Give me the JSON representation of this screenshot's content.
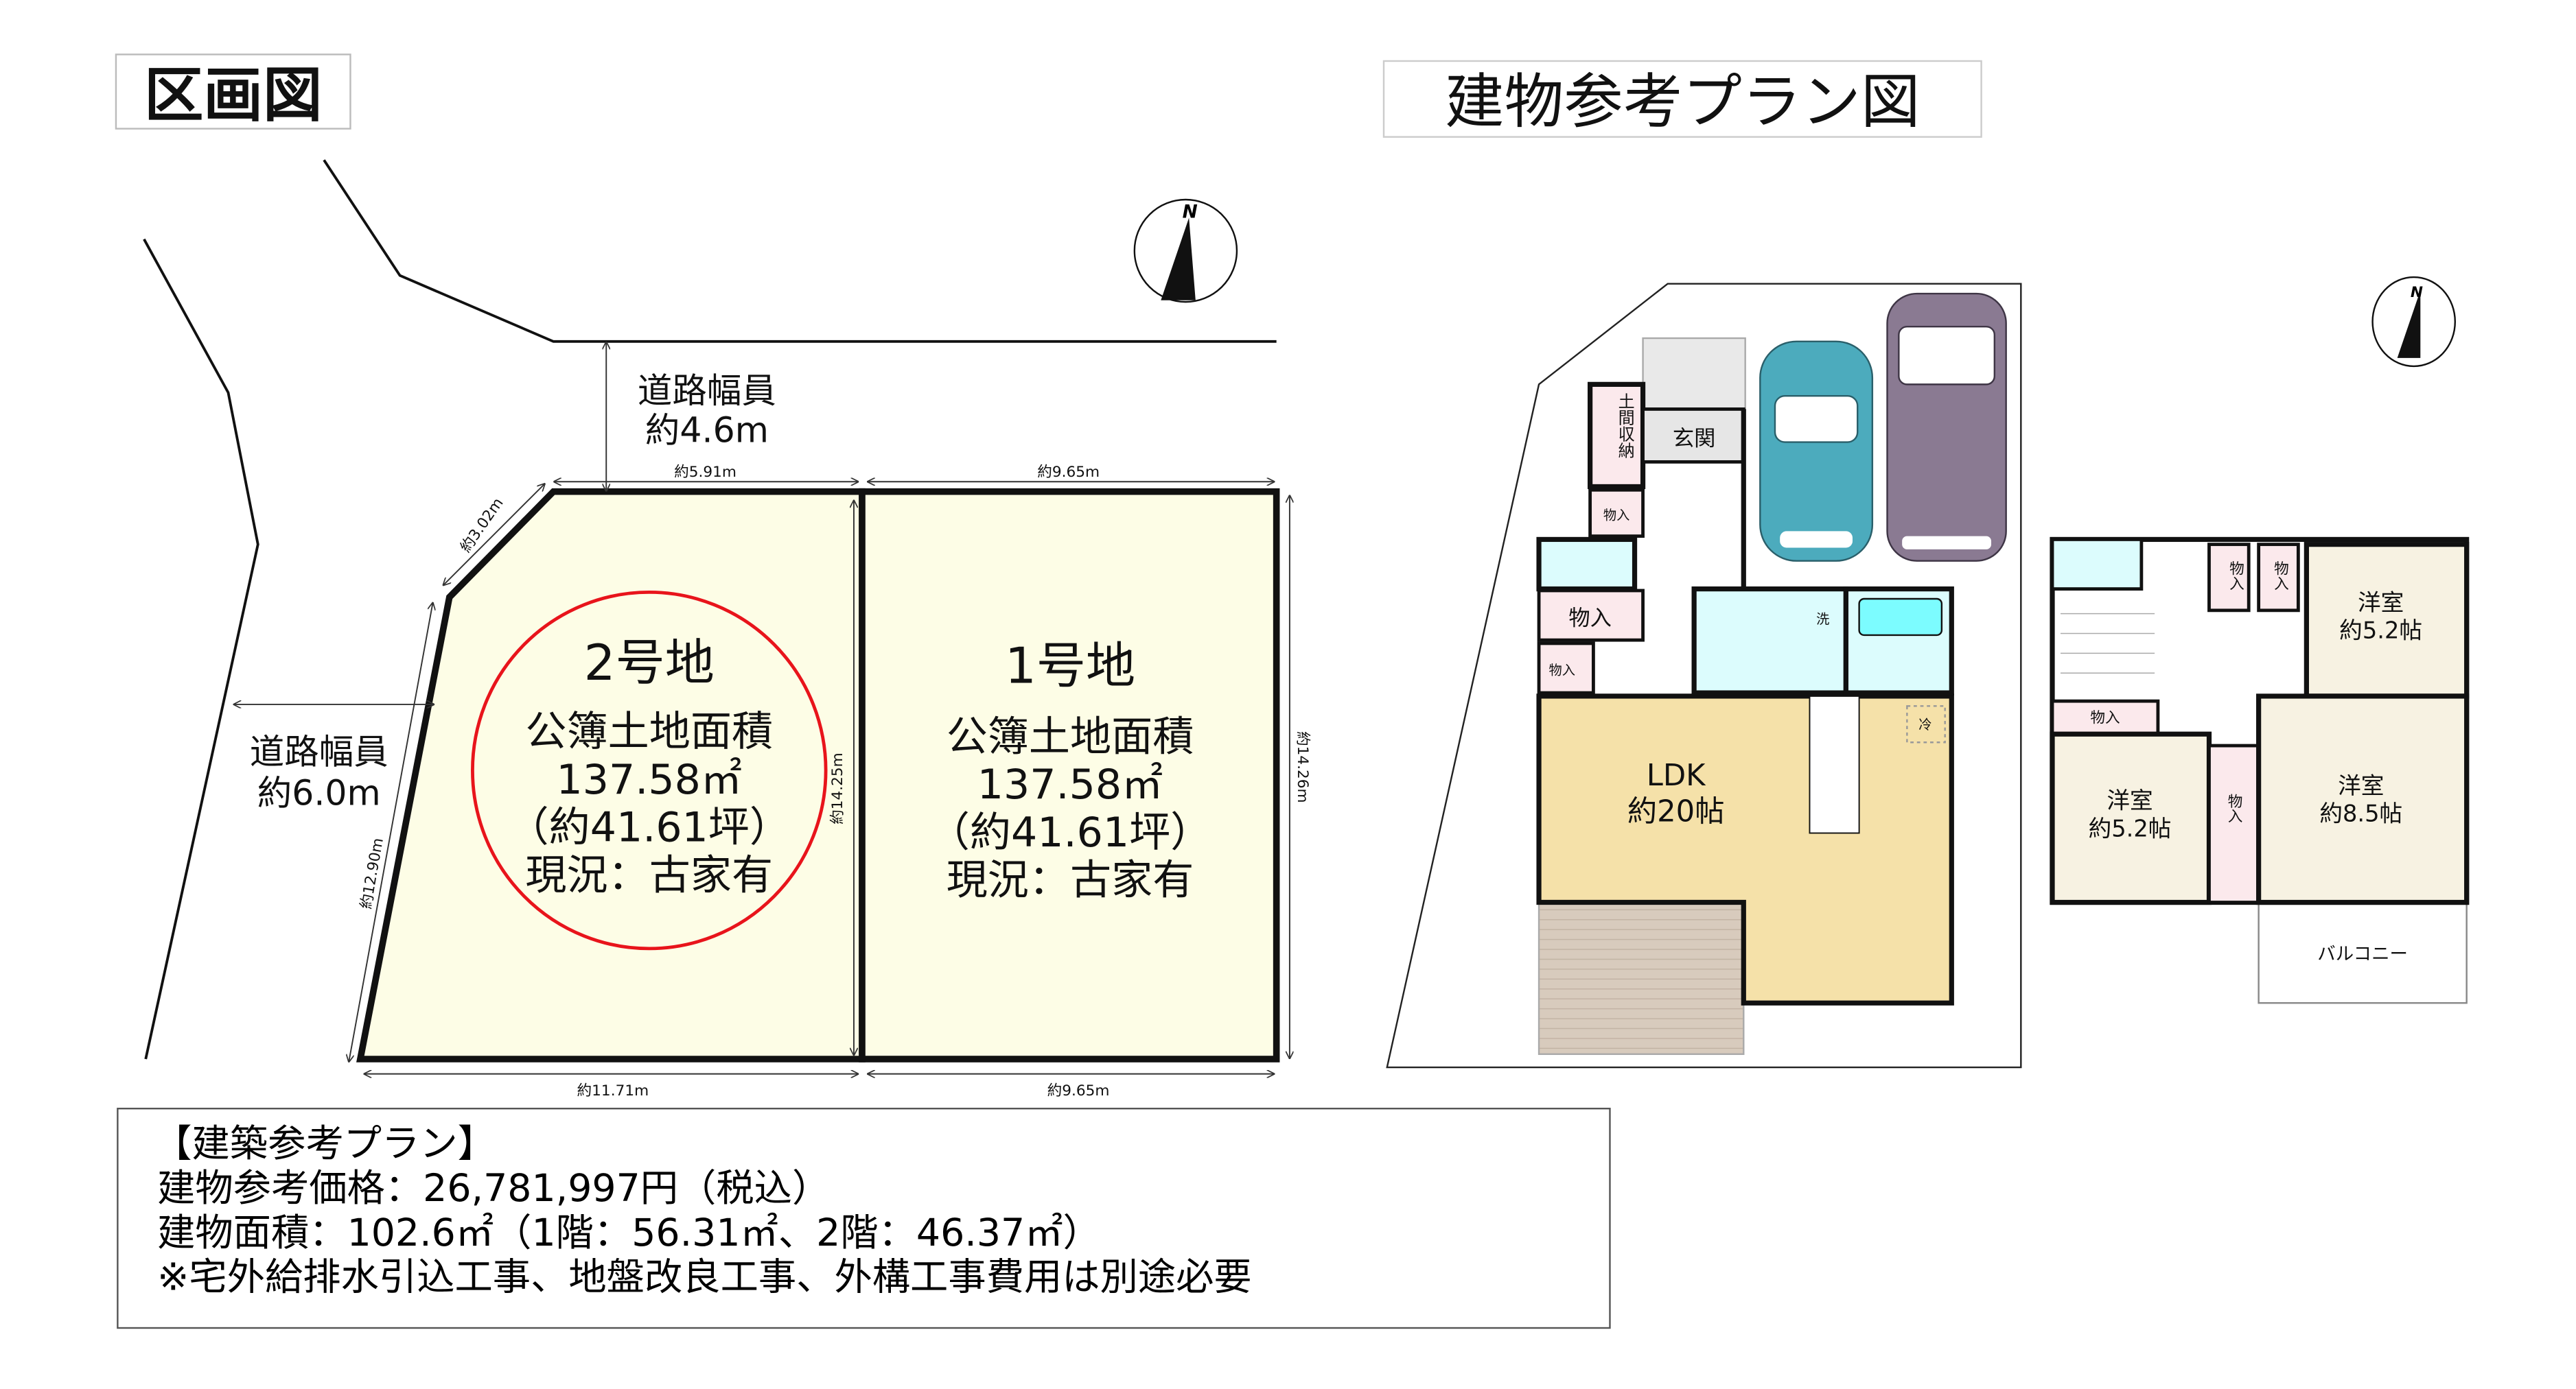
{
  "lot_section": {
    "title": "区画図",
    "road_top": {
      "label": "道路幅員",
      "width": "約4.6m"
    },
    "road_left": {
      "label": "道路幅員",
      "width": "約6.0m"
    },
    "dimensions": {
      "top_lot2": "約5.91m",
      "top_lot1": "約9.65m",
      "corner": "約3.02m",
      "left": "約12.90m",
      "middle": "約14.25m",
      "right": "約14.26m",
      "bottom_lot2": "約11.71m",
      "bottom_lot1": "約9.65m"
    },
    "lots": [
      {
        "name": "2号地",
        "area_label": "公簿土地面積",
        "area": "137.58㎡",
        "tsubo": "（約41.61坪）",
        "status": "現況：古家有",
        "highlighted": true
      },
      {
        "name": "1号地",
        "area_label": "公簿土地面積",
        "area": "137.58㎡",
        "tsubo": "（約41.61坪）",
        "status": "現況：古家有",
        "highlighted": false
      }
    ],
    "compass": "N"
  },
  "plan_section": {
    "title": "建物参考プラン図",
    "compass": "N",
    "floor1": {
      "rooms": {
        "doma": "土間収納",
        "genkan": "玄関",
        "storage1": "物入",
        "storage2": "物入",
        "storage3": "物入",
        "wash": "洗",
        "fridge": "冷",
        "ldk": "LDK",
        "ldk_size": "約20帖"
      }
    },
    "floor2": {
      "rooms": {
        "storage_a": "物入",
        "storage_b": "物入",
        "storage_c": "物入",
        "storage_d": "物入",
        "room1": "洋室",
        "room1_size": "約5.2帖",
        "room2": "洋室",
        "room2_size": "約5.2帖",
        "room3": "洋室",
        "room3_size": "約8.5帖",
        "balcony": "バルコニー"
      }
    }
  },
  "info_box": {
    "heading": "【建築参考プラン】",
    "price": "建物参考価格：26,781,997円（税込）",
    "area": "建物面積：102.6㎡（1階：56.31㎡、2階：46.37㎡）",
    "note": "※宅外給排水引込工事、地盤改良工事、外構工事費用は別途必要"
  },
  "colors": {
    "lot_fill": "#fdfde6",
    "highlight": "#e8141b",
    "ldk": "#f5e1a9",
    "room": "#f7f2e2",
    "water": "#dcfcfd",
    "storage": "#fbe9ec",
    "deck": "#d8cbbd",
    "car_teal": "#4cabbd",
    "car_purple": "#8a7a92"
  }
}
